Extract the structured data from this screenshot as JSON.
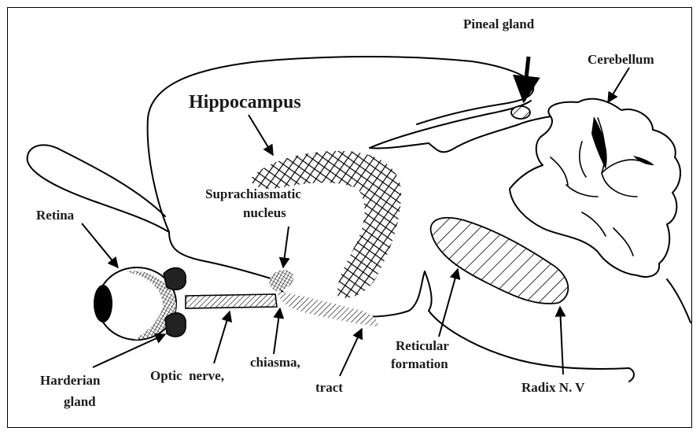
{
  "labels": {
    "pineal_gland": "Pineal gland",
    "cerebellum": "Cerebellum",
    "hippocampus": "Hippocampus",
    "suprachiasmatic_line1": "Suprachiasmatic",
    "suprachiasmatic_line2": "nucleus",
    "retina": "Retina",
    "harderian_line1": "Harderian",
    "harderian_line2": "gland",
    "optic_nerve": "Optic  nerve,",
    "chiasma": "chiasma,",
    "tract": "tract",
    "reticular_line1": "Reticular",
    "reticular_line2": "formation",
    "radix": "Radix N. V"
  },
  "colors": {
    "line": "#000000",
    "text": "#1a1a1a",
    "background": "#ffffff"
  }
}
